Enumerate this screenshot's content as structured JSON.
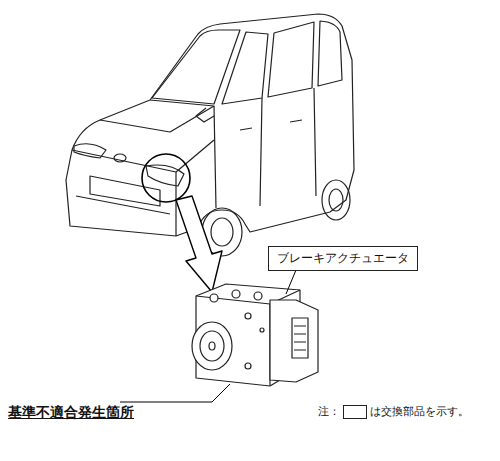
{
  "diagram": {
    "nodes": [
      {
        "text": [
          "ブレーキアクチュエータ"
        ]
      }
    ],
    "labels": [
      "基準不適合発生箇所",
      "注：",
      "は交換部品を示す。"
    ]
  }
}
